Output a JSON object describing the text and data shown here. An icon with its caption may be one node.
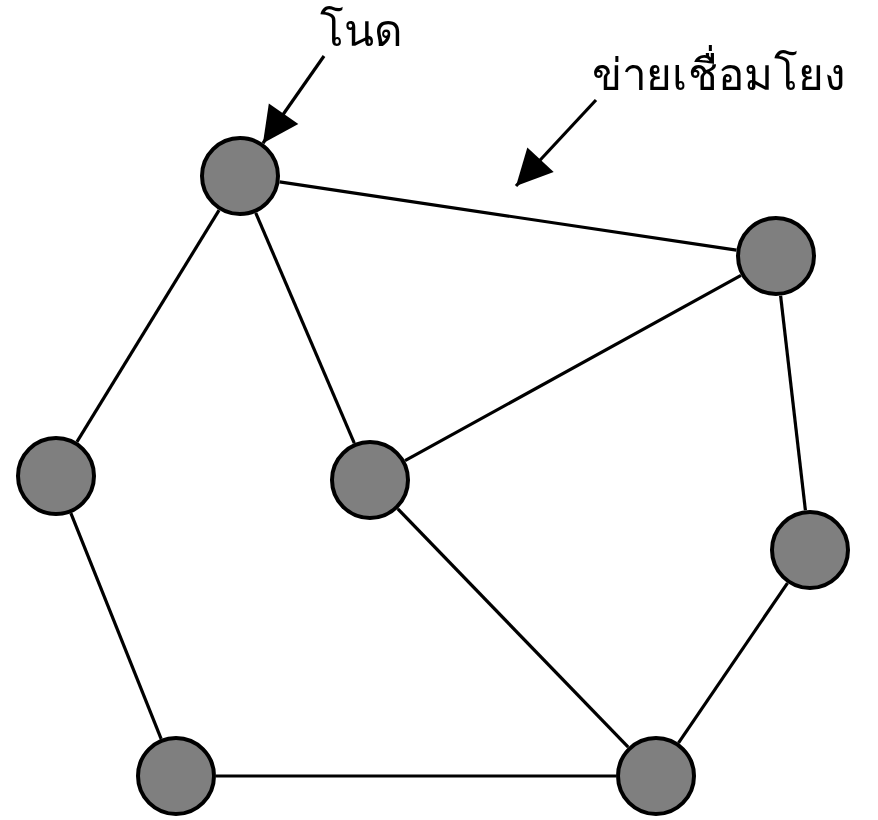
{
  "diagram": {
    "nodes": [
      {
        "text": [],
        "shape": "circle"
      },
      {
        "text": [],
        "shape": "circle"
      },
      {
        "text": [],
        "shape": "circle"
      },
      {
        "text": [],
        "shape": "circle"
      },
      {
        "text": [],
        "shape": "circle"
      },
      {
        "text": [],
        "shape": "circle"
      },
      {
        "text": [],
        "shape": "circle"
      },
      {
        "text": [
          "โนด"
        ]
      },
      {
        "text": [
          "ข่ายเชื่อมโยง"
        ]
      }
    ],
    "edges": [
      {
        "from": 0,
        "to": 1,
        "arrow": "none"
      },
      {
        "from": 0,
        "to": 2,
        "arrow": "none"
      },
      {
        "from": 0,
        "to": 3,
        "arrow": "none"
      },
      {
        "from": 3,
        "to": 1,
        "arrow": "none"
      },
      {
        "from": 1,
        "to": 4,
        "arrow": "none"
      },
      {
        "from": 2,
        "to": 5,
        "arrow": "none"
      },
      {
        "from": 5,
        "to": 6,
        "arrow": "none"
      },
      {
        "from": 3,
        "to": 6,
        "arrow": "none"
      },
      {
        "from": 6,
        "to": 4,
        "arrow": "none"
      },
      {
        "from": 7,
        "to": 0,
        "arrow": "to"
      },
      {
        "from": 8,
        "to": null,
        "arrow": "to"
      }
    ]
  }
}
